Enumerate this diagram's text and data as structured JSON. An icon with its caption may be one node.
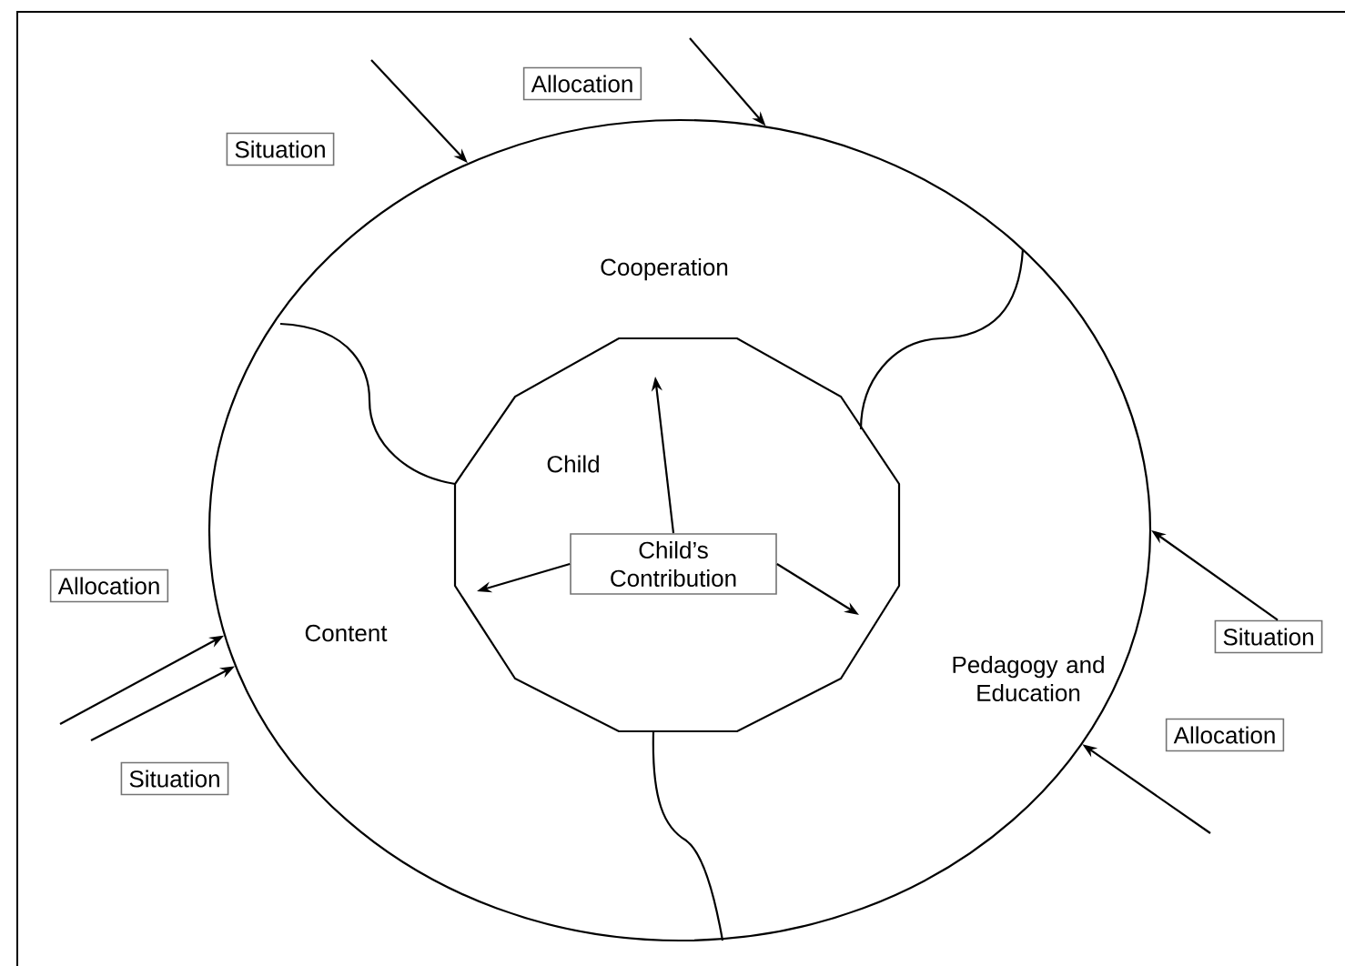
{
  "diagram": {
    "nodes": [
      {
        "text": [],
        "shape": "circle"
      },
      {
        "text": [
          "Cooperation"
        ],
        "in": 0
      },
      {
        "text": [
          "Child"
        ],
        "in": 0
      },
      {
        "text": [
          "Child’s Contribution"
        ],
        "in": 2
      },
      {
        "text": [
          "Content"
        ],
        "in": 0
      },
      {
        "text": [
          "Pedagogy and Education"
        ],
        "in": 0
      },
      {
        "text": [
          "Allocation"
        ]
      },
      {
        "text": [
          "Situation"
        ]
      },
      {
        "text": [
          "Allocation"
        ]
      },
      {
        "text": [
          "Situation"
        ]
      },
      {
        "text": [
          "Allocation"
        ]
      },
      {
        "text": [
          "Situation"
        ]
      }
    ],
    "edges": [
      {
        "from": 3,
        "to": null,
        "arrow": "to"
      },
      {
        "from": 3,
        "to": null,
        "arrow": "to"
      },
      {
        "from": 3,
        "to": null,
        "arrow": "to"
      },
      {
        "from": null,
        "to": 0,
        "arrow": "to"
      },
      {
        "from": null,
        "to": 0,
        "arrow": "to"
      },
      {
        "from": null,
        "to": 0,
        "arrow": "to"
      },
      {
        "from": null,
        "to": 0,
        "arrow": "to"
      },
      {
        "from": 9,
        "to": 0,
        "arrow": "to"
      },
      {
        "from": null,
        "to": 0,
        "arrow": "to"
      }
    ]
  }
}
